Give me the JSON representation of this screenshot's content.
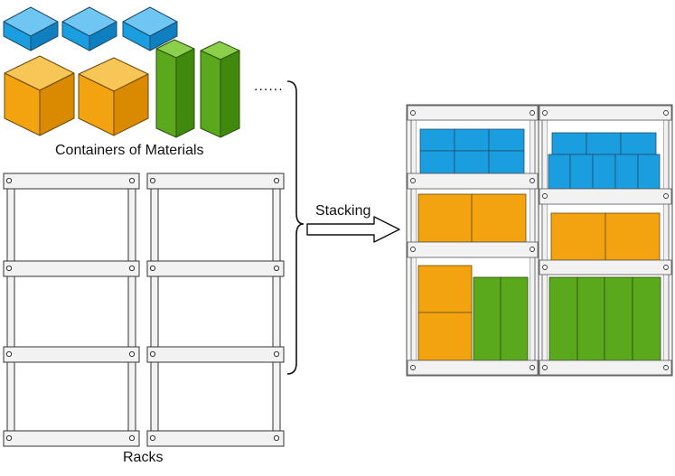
{
  "labels": {
    "containers": "Containers of Materials",
    "racks": "Racks",
    "stacking": "Stacking",
    "ellipsis": "......"
  },
  "colors": {
    "blue_box": "#1a9ee0",
    "orange_box": "#f2a30f",
    "green_box": "#5aa81c",
    "rack_frame": "#f2f2f2",
    "outline": "#333333"
  },
  "icons": {
    "stacking_arrow": "right-arrow-icon",
    "group_brace": "right-curly-brace-icon"
  }
}
